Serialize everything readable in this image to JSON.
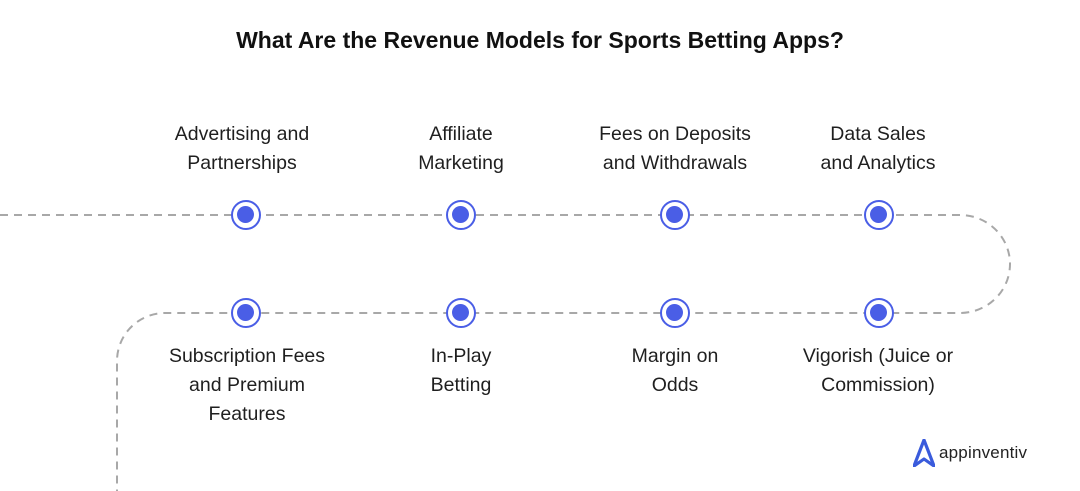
{
  "title": "What Are the Revenue Models for Sports Betting Apps?",
  "colors": {
    "accent": "#4a5ee6",
    "path": "#a8a8a8"
  },
  "top_items": [
    {
      "lines": [
        "Advertising and",
        "Partnerships"
      ]
    },
    {
      "lines": [
        "Affiliate",
        "Marketing"
      ]
    },
    {
      "lines": [
        "Fees on Deposits",
        "and Withdrawals"
      ]
    },
    {
      "lines": [
        "Data Sales",
        "and Analytics"
      ]
    }
  ],
  "bottom_items": [
    {
      "lines": [
        "Subscription Fees",
        "and Premium",
        "Features"
      ]
    },
    {
      "lines": [
        "In-Play",
        "Betting"
      ]
    },
    {
      "lines": [
        "Margin on",
        "Odds"
      ]
    },
    {
      "lines": [
        "Vigorish (Juice or",
        "Commission)"
      ]
    }
  ],
  "brand": {
    "name": "appinventiv",
    "icon": "appinventiv-logo-icon"
  }
}
